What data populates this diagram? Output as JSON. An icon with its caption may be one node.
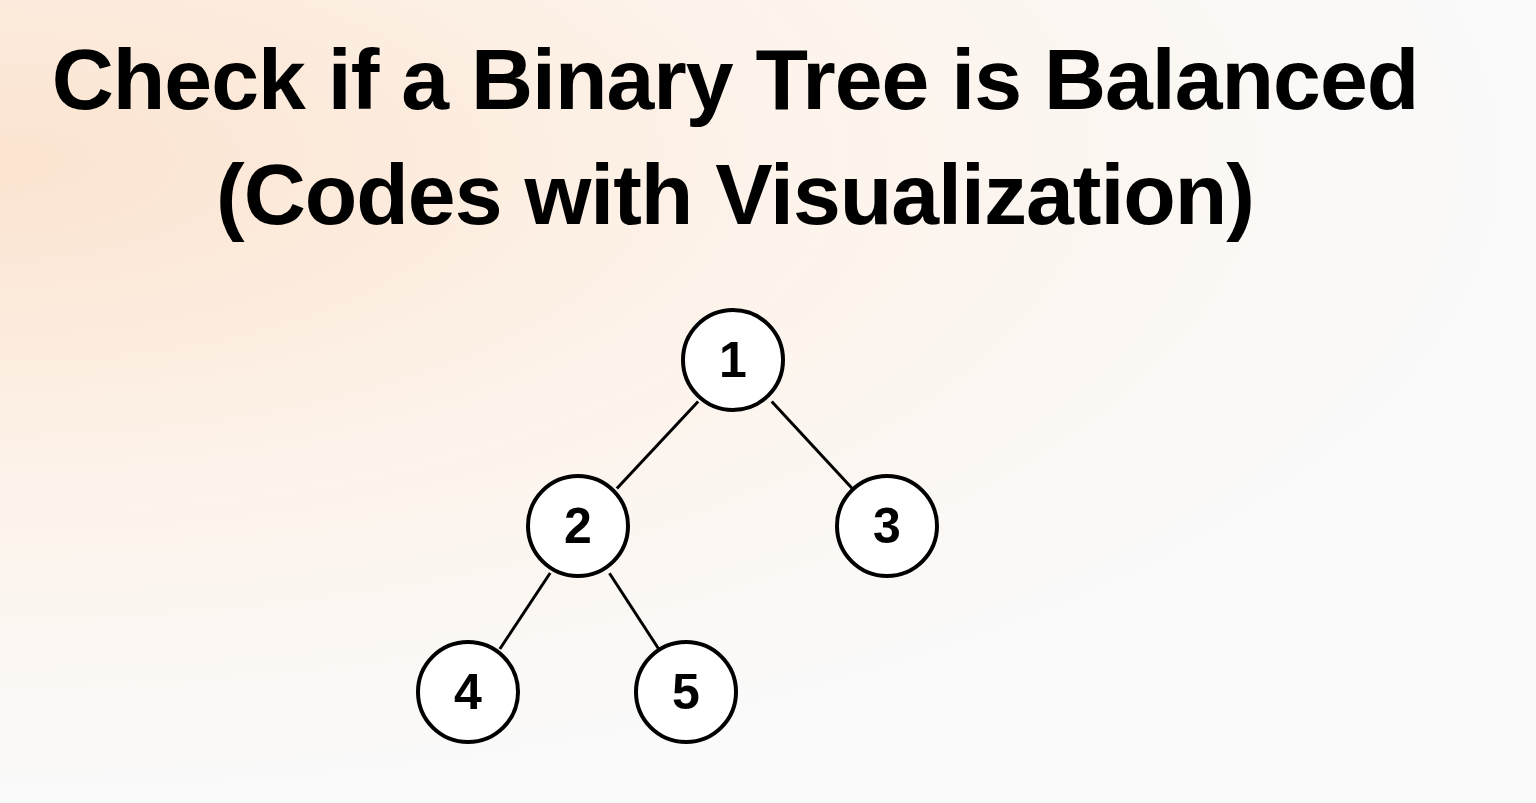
{
  "diagram": {
    "title": "Check if a Binary Tree is Balanced (Codes with Visualization)",
    "nodes": [
      {
        "text": [
          "1"
        ]
      },
      {
        "text": [
          "2"
        ]
      },
      {
        "text": [
          "3"
        ]
      },
      {
        "text": [
          "4"
        ]
      },
      {
        "text": [
          "5"
        ]
      }
    ],
    "edges": [
      {
        "from": 0,
        "to": 1,
        "arrow": "none"
      },
      {
        "from": 0,
        "to": 2,
        "arrow": "none"
      },
      {
        "from": 1,
        "to": 3,
        "arrow": "none"
      },
      {
        "from": 1,
        "to": 4,
        "arrow": "none"
      }
    ]
  }
}
